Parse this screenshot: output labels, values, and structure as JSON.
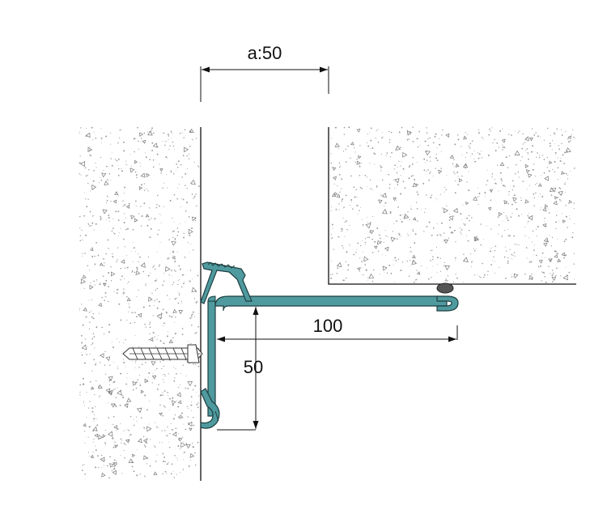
{
  "dimensions": {
    "gap_width": "a:50",
    "profile_length": "100",
    "profile_height": "50"
  },
  "colors": {
    "profile_fill": "#4f9a9e",
    "profile_stroke": "#1e3f42",
    "line": "#111111",
    "concrete_speckle": "#9a9a9a",
    "seal": "#555555"
  },
  "icons": {
    "anchor": "wall-plug-anchor-icon",
    "seal": "rubber-seal-icon"
  }
}
